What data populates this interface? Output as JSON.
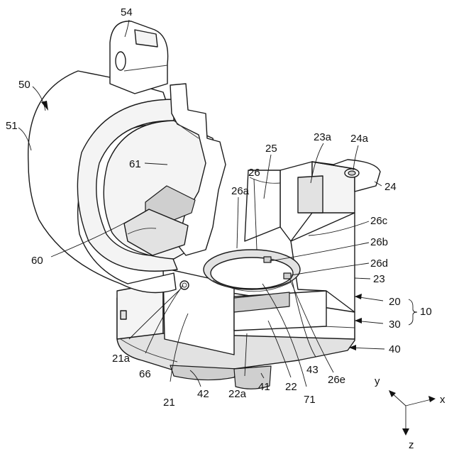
{
  "labels": {
    "l54": "54",
    "l50": "50",
    "l51": "51",
    "l61": "61",
    "l60": "60",
    "l23a": "23a",
    "l24a": "24a",
    "l24": "24",
    "l25": "25",
    "l26": "26",
    "l26a": "26a",
    "l26c": "26c",
    "l26b": "26b",
    "l26d": "26d",
    "l23": "23",
    "l20": "20",
    "l10": "10",
    "l30": "30",
    "l40": "40",
    "l21a": "21a",
    "l66": "66",
    "l21": "21",
    "l42": "42",
    "l22a": "22a",
    "l41": "41",
    "l22": "22",
    "l71": "71",
    "l43": "43",
    "l26e": "26e"
  },
  "axes": {
    "y": "y",
    "x": "x",
    "z": "z"
  }
}
